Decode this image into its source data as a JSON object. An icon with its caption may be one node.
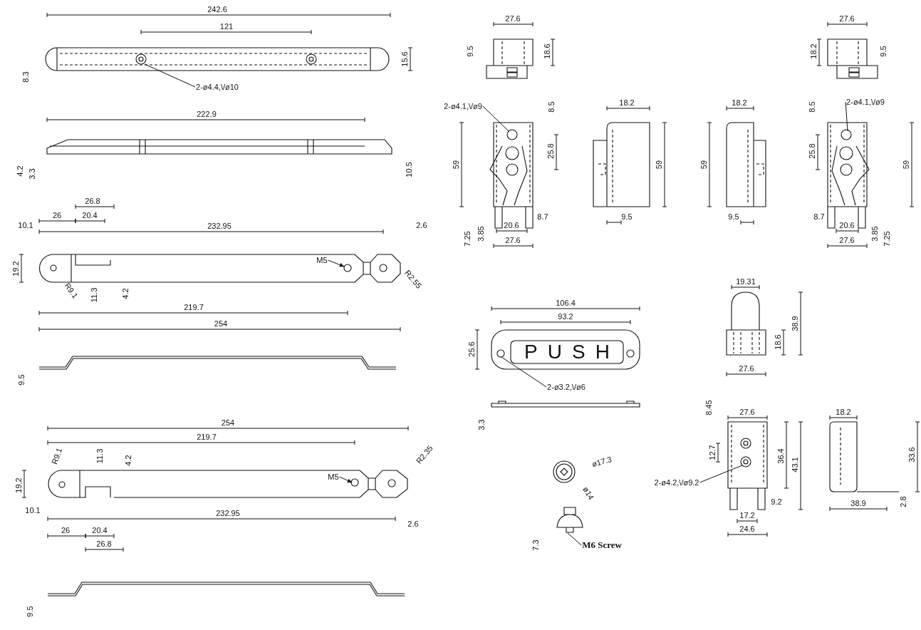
{
  "diagram": {
    "nodes": [
      {
        "text": [
          "2-ø4.4,\\/ø10"
        ]
      },
      {
        "text": [
          "M5"
        ]
      },
      {
        "text": [
          "M5"
        ]
      },
      {
        "text": [
          "2-ø4.1,\\/ø9"
        ]
      },
      {
        "text": [
          "2-ø4.1,\\/ø9"
        ]
      },
      {
        "text": [
          "2-ø3.2,\\/ø6"
        ]
      },
      {
        "text": [
          "2-ø4.2,\\/ø9.2"
        ]
      },
      {
        "text": [
          "M6 Screw"
        ]
      }
    ],
    "edges": [
      {
        "from": 0,
        "to": null,
        "arrow": "none"
      },
      {
        "from": 1,
        "to": null,
        "arrow": "to"
      },
      {
        "from": 2,
        "to": null,
        "arrow": "to"
      },
      {
        "from": 3,
        "to": null,
        "arrow": "none"
      },
      {
        "from": 4,
        "to": null,
        "arrow": "none"
      },
      {
        "from": 5,
        "to": null,
        "arrow": "none"
      },
      {
        "from": 6,
        "to": null,
        "arrow": "none"
      },
      {
        "from": 7,
        "to": null,
        "arrow": "none"
      }
    ],
    "labels": [
      "242.6",
      "121",
      "15.6",
      "8.3",
      "222.9",
      "4.2",
      "3.3",
      "10.5",
      "26.8",
      "26",
      "20.4",
      "10.1",
      "232.95",
      "2.6",
      "19.2",
      "11.3",
      "4.2",
      "R9.1",
      "R2.55",
      "219.7",
      "254",
      "9.5",
      "254",
      "219.7",
      "R9.1",
      "11.3",
      "4.2",
      "19.2",
      "R2.35",
      "10.1",
      "232.95",
      "26",
      "20.4",
      "26.8",
      "2.6",
      "9.5",
      "27.6",
      "9.5",
      "18.6",
      "8.5",
      "59",
      "25.8",
      "7.25",
      "3.85",
      "8.7",
      "20.6",
      "27.6",
      "18.2",
      "59",
      "9.5",
      "18.2",
      "59",
      "9.5",
      "27.6",
      "18.2",
      "9.5",
      "8.5",
      "25.8",
      "59",
      "8.7",
      "20.6",
      "3.85",
      "7.25",
      "27.6",
      "106.4",
      "93.2",
      "25.6",
      "PUSH",
      "3.3",
      "ø17.3",
      "ø14",
      "7.3",
      "19.31",
      "38.9",
      "18.6",
      "27.6",
      "8.45",
      "27.6",
      "12.7",
      "36.4",
      "43.1",
      "9.2",
      "17.2",
      "24.6",
      "18.2",
      "33.6",
      "38.9",
      "2.8"
    ]
  }
}
